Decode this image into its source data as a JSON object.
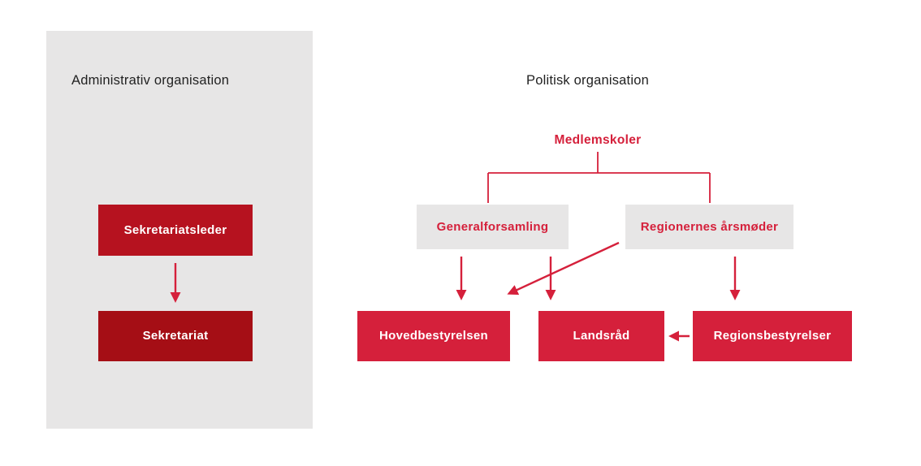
{
  "colors": {
    "accent_red": "#d5203b",
    "sekretariatsleder_red": "#b6121f",
    "sekretariat_dark_red": "#a50e15",
    "panel_gray": "#e7e6e6",
    "title_text": "#222222",
    "node_text_white": "#ffffff"
  },
  "admin": {
    "title": "Administrativ organisation",
    "nodes": [
      {
        "id": "sekretariatsleder",
        "label": "Sekretariatsleder"
      },
      {
        "id": "sekretariat",
        "label": "Sekretariat"
      }
    ],
    "edges": [
      {
        "from": "Sekretariatsleder",
        "to": "Sekretariat"
      }
    ]
  },
  "politisk": {
    "title": "Politisk organisation",
    "root": "Medlemskoler",
    "mid_nodes": [
      {
        "id": "generalforsamling",
        "label": "Generalforsamling"
      },
      {
        "id": "regionernes-aarsmoder",
        "label": "Regionernes årsmøder"
      }
    ],
    "bottom_nodes": [
      {
        "id": "hovedbestyrelsen",
        "label": "Hovedbestyrelsen"
      },
      {
        "id": "landsraad",
        "label": "Landsråd"
      },
      {
        "id": "regionsbestyrelser",
        "label": "Regionsbestyrelser"
      }
    ],
    "edges": [
      {
        "from": "Medlemskoler",
        "to": "Generalforsamling"
      },
      {
        "from": "Medlemskoler",
        "to": "Regionernes årsmøder"
      },
      {
        "from": "Generalforsamling",
        "to": "Hovedbestyrelsen"
      },
      {
        "from": "Generalforsamling",
        "to": "Landsråd"
      },
      {
        "from": "Regionernes årsmøder",
        "to": "Hovedbestyrelsen"
      },
      {
        "from": "Regionernes årsmøder",
        "to": "Regionsbestyrelser"
      },
      {
        "from": "Regionsbestyrelser",
        "to": "Landsråd"
      }
    ]
  }
}
